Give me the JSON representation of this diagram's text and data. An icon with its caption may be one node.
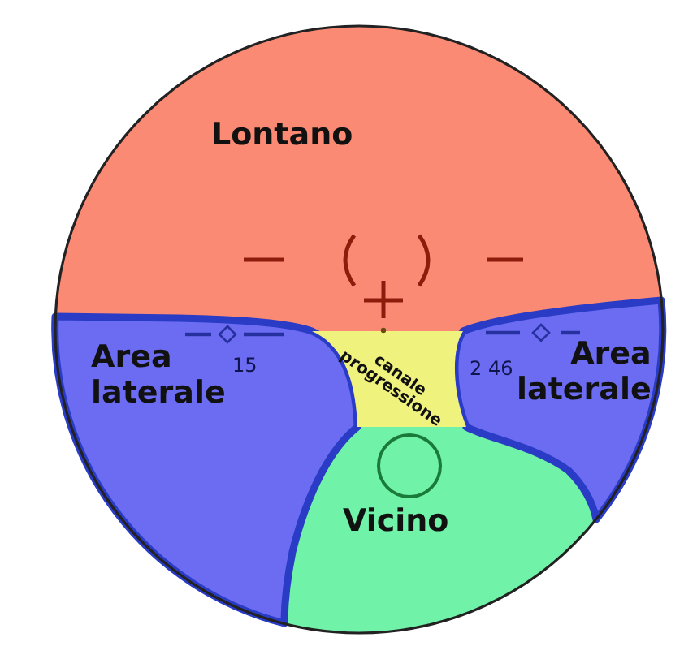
{
  "diagram": {
    "nodes": [
      {
        "text": [
          "Lontano"
        ]
      },
      {
        "text": [
          "Area laterale"
        ]
      },
      {
        "text": [
          "canale progressione"
        ]
      },
      {
        "text": [
          "Area laterale"
        ]
      },
      {
        "text": [
          "Vicino"
        ]
      }
    ],
    "labels": [
      "15",
      "2 46"
    ]
  }
}
